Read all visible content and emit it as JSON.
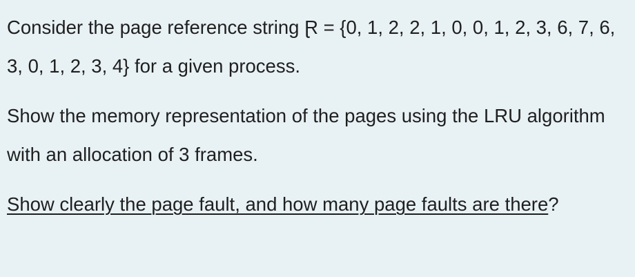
{
  "question": {
    "paragraph1": "Consider the page reference string Ɽ = {0, 1, 2, 2, 1, 0, 0, 1, 2, 3, 6, 7, 6, 3, 0, 1, 2, 3, 4} for a given process.",
    "paragraph2": "Show the memory representation of the pages using the LRU algorithm with an allocation of 3 frames.",
    "paragraph3_underlined": "Show clearly the page fault, and how many page faults are there",
    "paragraph3_trailing": "?"
  },
  "colors": {
    "background": "#e8f1f4",
    "text": "#1f1f1f"
  }
}
